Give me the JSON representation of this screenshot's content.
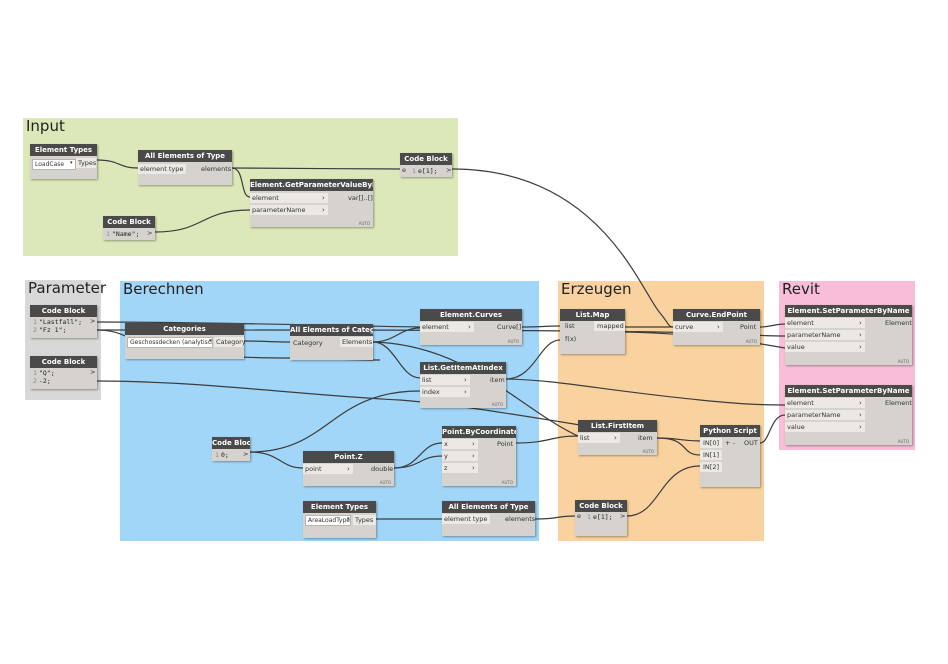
{
  "groups": {
    "input": {
      "title": "Input",
      "color": "#dce8b9"
    },
    "parameter": {
      "title": "Parameter",
      "color": "#d8d8d8"
    },
    "berechnen": {
      "title": "Berechnen",
      "color": "#a2d6f9"
    },
    "erzeugen": {
      "title": "Erzeugen",
      "color": "#f9d29f"
    },
    "revit": {
      "title": "Revit",
      "color": "#f8bdd9"
    }
  },
  "nodes": {
    "element_types_1": {
      "title": "Element Types",
      "dropdown": "LoadCase",
      "out": "Types"
    },
    "all_elements_of_type_1": {
      "title": "All Elements of Type",
      "in": "element type",
      "out": "elements"
    },
    "get_param": {
      "title": "Element.GetParameterValueByName",
      "in1": "element",
      "in2": "parameterName",
      "out": "var[]..[]",
      "auto": "AUTO"
    },
    "code_block_name": {
      "title": "Code Block",
      "line1_num": "1",
      "line1": "\"Name\";",
      "out": ">"
    },
    "code_block_input": {
      "title": "Code Block",
      "in": "e",
      "line1_num": "1",
      "line1": "e[1];",
      "out": ">"
    },
    "code_block_param1": {
      "title": "Code Block",
      "line1_num": "1",
      "line1": "\"Lastfall\";",
      "line2_num": "2",
      "line2": "\"Fz 1\";",
      "out": ">"
    },
    "code_block_param2": {
      "title": "Code Block",
      "line1_num": "1",
      "line1": "\"Q\";",
      "line2_num": "2",
      "line2": "-2;",
      "out": ">"
    },
    "categories": {
      "title": "Categories",
      "dropdown": "Geschossdecken (analytisch)",
      "out": "Category"
    },
    "all_elements_of_category": {
      "title": "All Elements of Category",
      "in": "Category",
      "out": "Elements"
    },
    "element_curves": {
      "title": "Element.Curves",
      "in": "element",
      "out": "Curve[]",
      "auto": "AUTO"
    },
    "list_getitematindex": {
      "title": "List.GetItemAtIndex",
      "in1": "list",
      "in2": "index",
      "out": "item",
      "auto": "AUTO"
    },
    "code_block_zero": {
      "title": "Code Block",
      "line1_num": "1",
      "line1": "0;",
      "out": ">"
    },
    "point_z": {
      "title": "Point.Z",
      "in": "point",
      "out": "double",
      "auto": "AUTO"
    },
    "point_bycoordinates": {
      "title": "Point.ByCoordinates",
      "in1": "x",
      "in2": "y",
      "in3": "z",
      "out": "Point",
      "auto": "AUTO"
    },
    "element_types_2": {
      "title": "Element Types",
      "dropdown": "AreaLoadType",
      "out": "Types"
    },
    "all_elements_of_type_2": {
      "title": "All Elements of Type",
      "in": "element type",
      "out": "elements"
    },
    "list_map": {
      "title": "List.Map",
      "in1": "list",
      "in2": "f(x)",
      "out": "mapped"
    },
    "curve_endpoint": {
      "title": "Curve.EndPoint",
      "in": "curve",
      "out": "Point",
      "auto": "AUTO"
    },
    "list_firstitem": {
      "title": "List.FirstItem",
      "in": "list",
      "out": "item",
      "auto": "AUTO"
    },
    "python_script": {
      "title": "Python Script",
      "in1": "IN[0]",
      "in2": "IN[1]",
      "in3": "IN[2]",
      "plus": "+",
      "minus": "-",
      "out": "OUT"
    },
    "code_block_erzeugen": {
      "title": "Code Block",
      "in": "e",
      "line1_num": "1",
      "line1": "e[1];",
      "out": ">"
    },
    "set_param_1": {
      "title": "Element.SetParameterByName",
      "in1": "element",
      "in2": "parameterName",
      "in3": "value",
      "out": "Element",
      "auto": "AUTO"
    },
    "set_param_2": {
      "title": "Element.SetParameterByName",
      "in1": "element",
      "in2": "parameterName",
      "in3": "value",
      "out": "Element",
      "auto": "AUTO"
    }
  }
}
